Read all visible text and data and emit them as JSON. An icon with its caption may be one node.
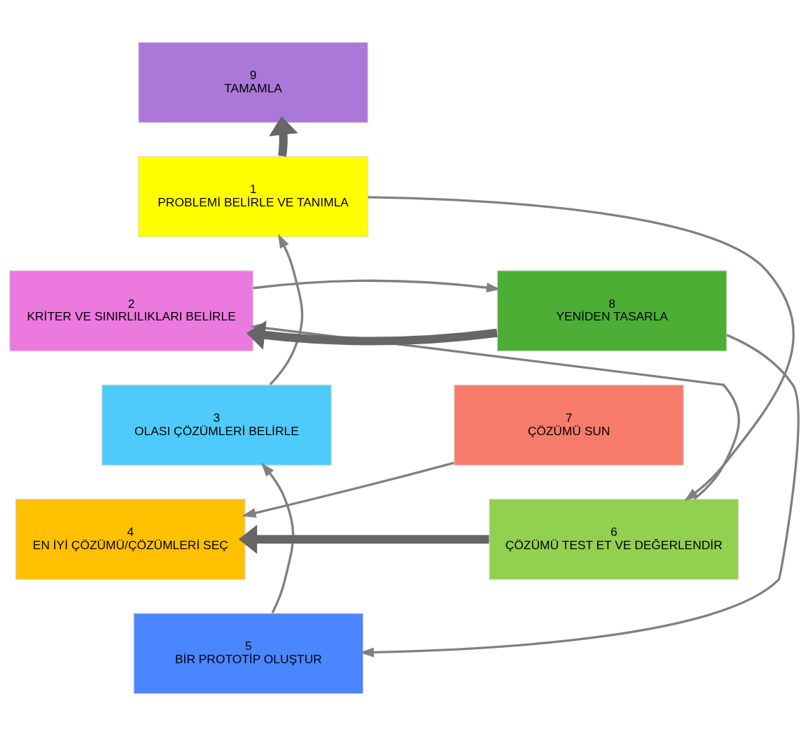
{
  "diagram": {
    "nodes": [
      {
        "text": [
          "1",
          "PROBLEMİ BELİRLE VE TANIMLA"
        ]
      },
      {
        "text": [
          "2",
          "KRİTER VE SINIRLILIKLARI BELİRLE"
        ]
      },
      {
        "text": [
          "3",
          "OLASI ÇÖZÜMLERİ BELİRLE"
        ]
      },
      {
        "text": [
          "4",
          "EN İYİ ÇÖZÜMÜ/ÇÖZÜMLERİ SEÇ"
        ]
      },
      {
        "text": [
          "5",
          "BİR PROTOTİP OLUŞTUR"
        ]
      },
      {
        "text": [
          "6",
          "ÇÖZÜMÜ TEST ET VE DEĞERLENDİR"
        ]
      },
      {
        "text": [
          "7",
          "ÇÖZÜMÜ SUN"
        ]
      },
      {
        "text": [
          "8",
          "YENİDEN TASARLA"
        ]
      },
      {
        "text": [
          "9",
          "TAMAMLA"
        ]
      }
    ],
    "edges": [
      {
        "from": 0,
        "to": 8,
        "arrow": "to",
        "style": "thick"
      },
      {
        "from": 7,
        "to": 1,
        "arrow": "to",
        "style": "thick"
      },
      {
        "from": 0,
        "to": 5,
        "arrow": "to"
      },
      {
        "from": 2,
        "to": 0,
        "arrow": "to"
      },
      {
        "from": 1,
        "to": 7,
        "arrow": "to"
      },
      {
        "from": 7,
        "to": 4,
        "arrow": "to"
      },
      {
        "from": 6,
        "to": 3,
        "arrow": "to"
      },
      {
        "from": 5,
        "to": 1,
        "arrow": "to"
      },
      {
        "from": 4,
        "to": 2,
        "arrow": "to"
      },
      {
        "from": 5,
        "to": 3,
        "arrow": "to",
        "style": "thick"
      }
    ]
  }
}
